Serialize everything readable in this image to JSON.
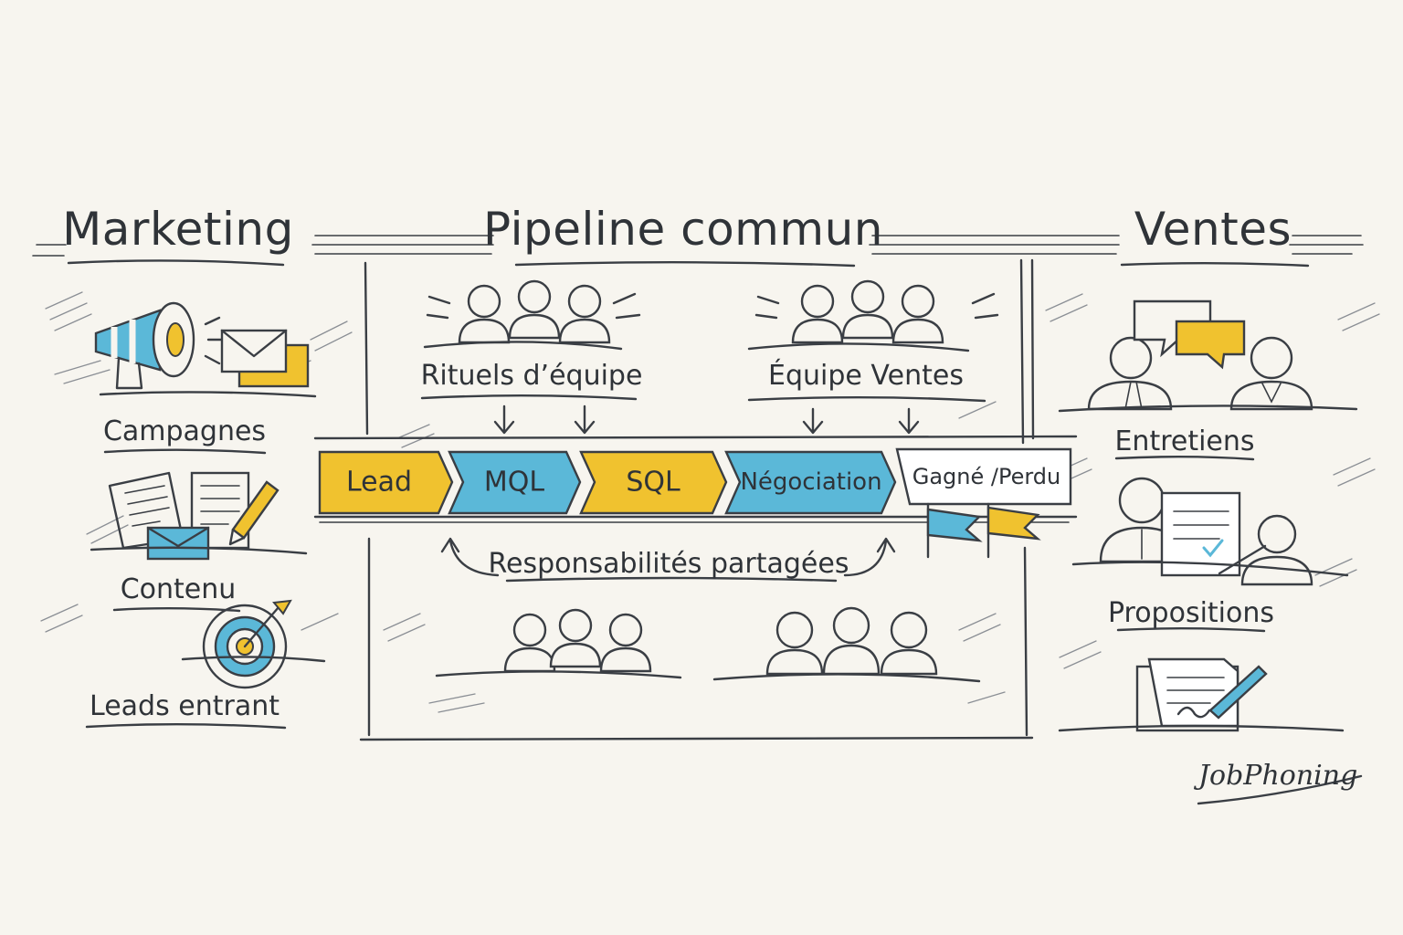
{
  "colors": {
    "yellow": "#f0c22f",
    "blue": "#5bb8d8",
    "ink": "#3a3e44",
    "background": "#f7f5ef"
  },
  "columns": {
    "marketing": {
      "title": "Marketing",
      "items": [
        "Campagnes",
        "Contenu",
        "Leads entrant"
      ],
      "icons": [
        "megaphone-icon",
        "envelope-icon",
        "documents-icon",
        "pencil-icon",
        "target-icon"
      ]
    },
    "pipeline": {
      "title": "Pipeline commun",
      "groups": [
        "Rituels d’équipe",
        "Équipe Ventes"
      ],
      "stages": [
        {
          "label": "Lead",
          "color": "yellow"
        },
        {
          "label": "MQL",
          "color": "blue"
        },
        {
          "label": "SQL",
          "color": "yellow"
        },
        {
          "label": "Négociation",
          "color": "blue"
        },
        {
          "label": "Gagné /Perdu",
          "color": "white"
        }
      ],
      "shared": "Responsabilités partagées",
      "icons": [
        "team-icon",
        "flag-icon"
      ]
    },
    "ventes": {
      "title": "Ventes",
      "items": [
        "Entretiens",
        "Propositions"
      ],
      "icons": [
        "conversation-icon",
        "contract-signing-icon",
        "signed-document-icon"
      ]
    }
  },
  "brand": "JobPhoning"
}
